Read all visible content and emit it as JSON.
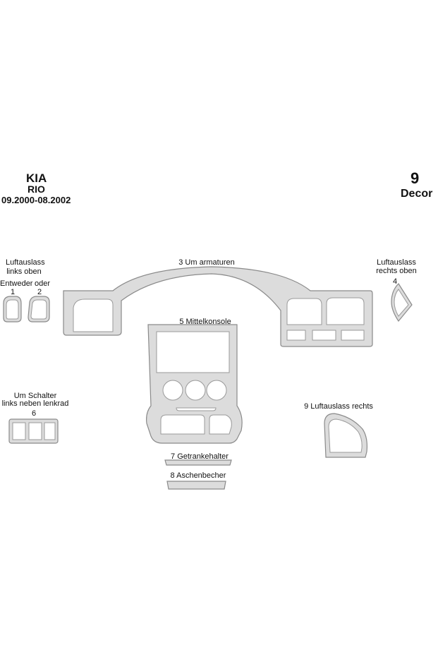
{
  "header": {
    "brand": "KIA",
    "model": "RIO",
    "years": "09.2000-08.2002",
    "count": "9",
    "product": "Decor"
  },
  "labels": {
    "vent_left_title_1": "Luftauslass",
    "vent_left_title_2": "links  oben",
    "either": "Entweder",
    "or": "oder",
    "num_1": "1",
    "num_2": "2",
    "dash": "3  Um armaturen",
    "vent_right_title_1": "Luftauslass",
    "vent_right_title_2": "rechts oben",
    "num_4": "4",
    "console": "5  Mittelkonsole",
    "switch_title_1": "Um Schalter",
    "switch_title_2": "links neben lenkrad",
    "num_6": "6",
    "cupholder": "7  Getrankehalter",
    "ashtray": "8  Aschenbecher",
    "vent_right_lower": "9  Luftauslass rechts"
  },
  "colors": {
    "part_fill": "#dcdcdc",
    "part_stroke": "#8a8a8a"
  }
}
